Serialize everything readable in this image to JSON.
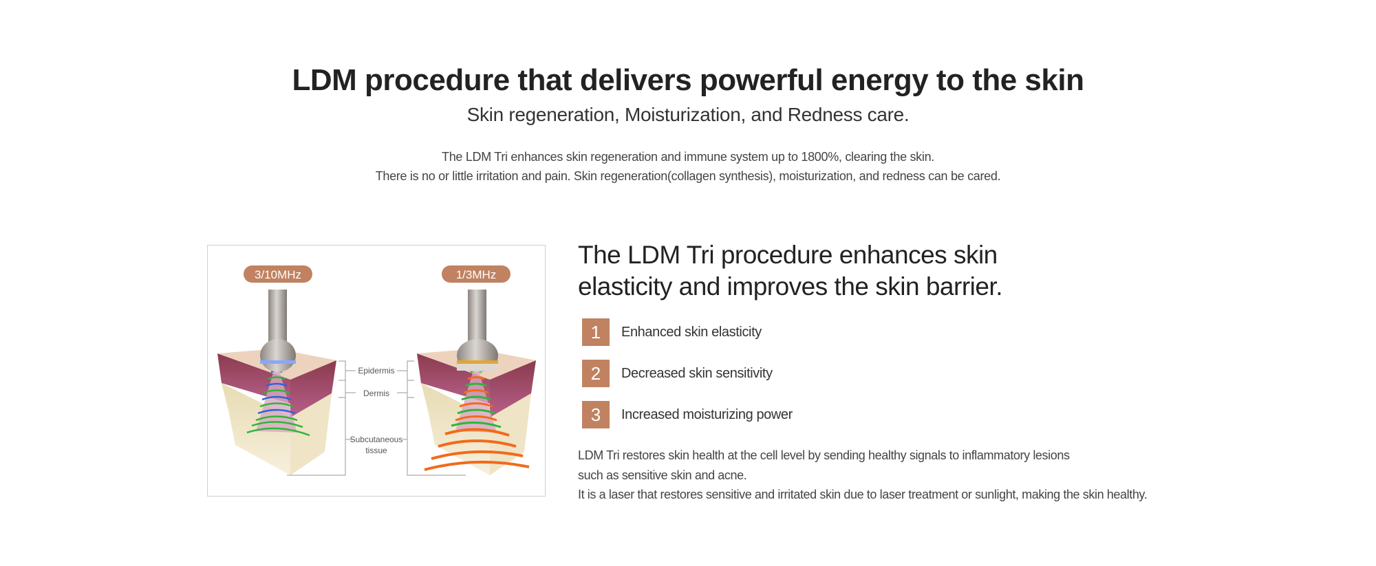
{
  "header": {
    "title": "LDM procedure that delivers powerful energy to the skin",
    "subtitle": "Skin regeneration, Moisturization, and Redness care.",
    "description": [
      "The LDM Tri enhances skin regeneration and immune system up to 1800%, clearing the skin.",
      "There is no or little irritation and pain. Skin regeneration(collagen synthesis), moisturization, and redness can be cared."
    ]
  },
  "figure": {
    "left_frequency": "3/10MHz",
    "right_frequency": "1/3MHz",
    "layers": {
      "epidermis": "Epidermis",
      "dermis": "Dermis",
      "subcutaneous_line1": "Subcutaneous",
      "subcutaneous_line2": "tissue"
    }
  },
  "content": {
    "heading_line1": "The LDM Tri procedure enhances skin",
    "heading_line2": "elasticity and improves the skin barrier.",
    "benefits": [
      {
        "number": "1",
        "label": "Enhanced skin elasticity"
      },
      {
        "number": "2",
        "label": "Decreased skin sensitivity"
      },
      {
        "number": "3",
        "label": "Increased moisturizing power"
      }
    ],
    "paragraph": [
      "LDM Tri restores skin health at the cell level by sending healthy signals to inflammatory lesions",
      "such as sensitive skin and acne.",
      "It is a laser that restores sensitive and irritated skin due to laser treatment or sunlight, making the skin healthy."
    ]
  },
  "colors": {
    "accent": "#c08260",
    "green_wave": "#2fb53a",
    "blue_wave": "#2f63d6",
    "orange_wave": "#f26a1b"
  }
}
